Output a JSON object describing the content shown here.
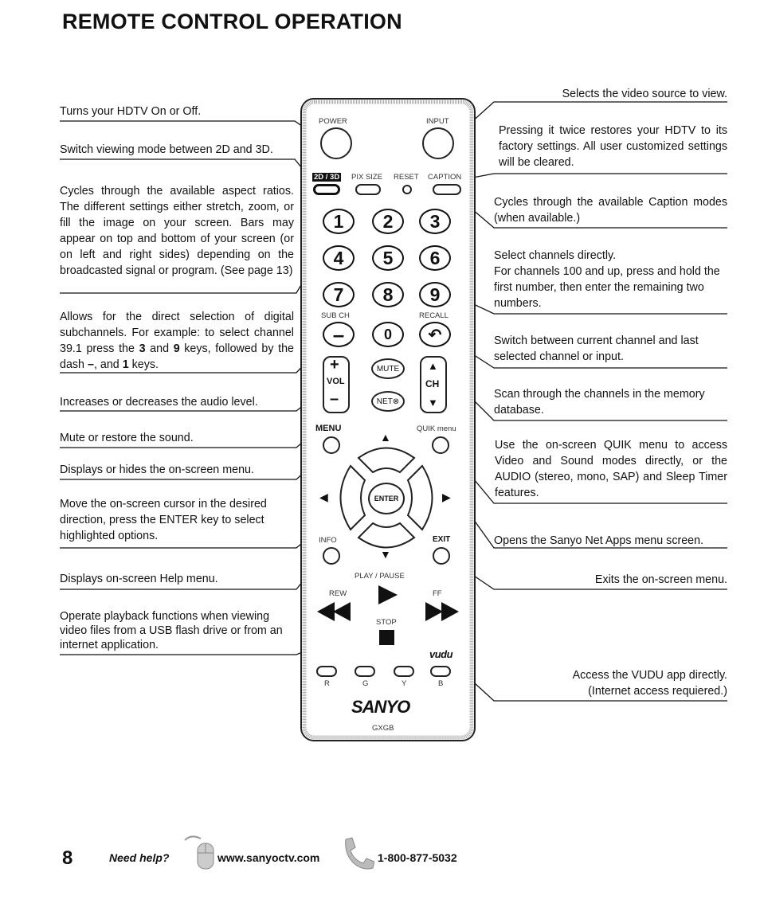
{
  "page": {
    "title": "REMOTE CONTROL OPERATION",
    "page_number": "8"
  },
  "left_descriptions": {
    "power": "Turns your HDTV On or Off.",
    "mode_2d3d": "Switch viewing mode between 2D and 3D.",
    "pix_size": "Cycles through the available aspect ratios. The different settings either stretch, zoom, or fill the image on your screen. Bars may appear on top and bottom of your screen (or on left and right sides) depending on the broadcasted signal or program. (See page 13)",
    "sub_ch_pre": "Allows for the direct selection of digital subchannels. For example: to select channel 39.1 press the ",
    "sub_ch_k1": "3",
    "sub_ch_and1": " and ",
    "sub_ch_k2": "9",
    "sub_ch_mid": " keys, followed by the dash ",
    "sub_ch_k3": "–",
    "sub_ch_and2": ", and ",
    "sub_ch_k4": "1",
    "sub_ch_post": " keys.",
    "volume": "Increases or decreases the audio level.",
    "mute": "Mute or restore the sound.",
    "menu": "Displays or hides the on-screen menu.",
    "cursor": "Move the on-screen cursor in the desired direction, press the ENTER key to select highlighted options.",
    "info": "Displays on-screen Help menu.",
    "playback": "Operate playback functions when viewing video files from a USB flash drive or from an internet application."
  },
  "right_descriptions": {
    "input": "Selects the video source to view.",
    "reset": "Pressing it twice restores your HDTV to its factory settings. All user customized settings will be cleared.",
    "caption": "Cycles through the available Caption modes (when available.)",
    "channels_1": "Select channels directly.",
    "channels_2": "For channels 100 and up, press and hold the first number, then enter the remaining two numbers.",
    "recall": "Switch between current channel and last selected channel or input.",
    "ch_scan": "Scan through the channels in the memory database.",
    "quik": "Use the on-screen QUIK menu to access Video and Sound modes directly, or the AUDIO (stereo, mono, SAP) and Sleep Timer features.",
    "net": "Opens the Sanyo Net Apps menu screen.",
    "exit": "Exits the on-screen menu.",
    "vudu_1": "Access the VUDU app directly.",
    "vudu_2": "(Internet access requiered.)"
  },
  "remote": {
    "power": "POWER",
    "input": "INPUT",
    "mode_2d3d": "2D / 3D",
    "pix_size": "PIX SIZE",
    "reset": "RESET",
    "caption": "CAPTION",
    "digits": [
      "1",
      "2",
      "3",
      "4",
      "5",
      "6",
      "7",
      "8",
      "9"
    ],
    "zero": "0",
    "sub_ch": "SUB CH",
    "recall": "RECALL",
    "plus": "+",
    "vol": "VOL",
    "minus": "–",
    "mute": "MUTE",
    "net": "NET⊗",
    "ch_up": "▲",
    "ch": "CH",
    "ch_down": "▼",
    "menu": "MENU",
    "quik": "QUIK menu",
    "up": "▲",
    "down": "▼",
    "left": "◀",
    "right": "▶",
    "enter": "ENTER",
    "info": "INFO",
    "exit": "EXIT",
    "play_pause": "PLAY / PAUSE",
    "rew": "REW",
    "ff": "FF",
    "stop": "STOP",
    "vudu": "vudu",
    "color_keys": [
      "R",
      "G",
      "Y",
      "B"
    ],
    "brand": "SANYO",
    "model": "GXGB"
  },
  "footer": {
    "help": "Need help?",
    "url": "www.sanyoctv.com",
    "phone": "1-800-877-5032"
  },
  "icons": {
    "mouse": "mouse-icon",
    "phone": "phone-icon"
  }
}
